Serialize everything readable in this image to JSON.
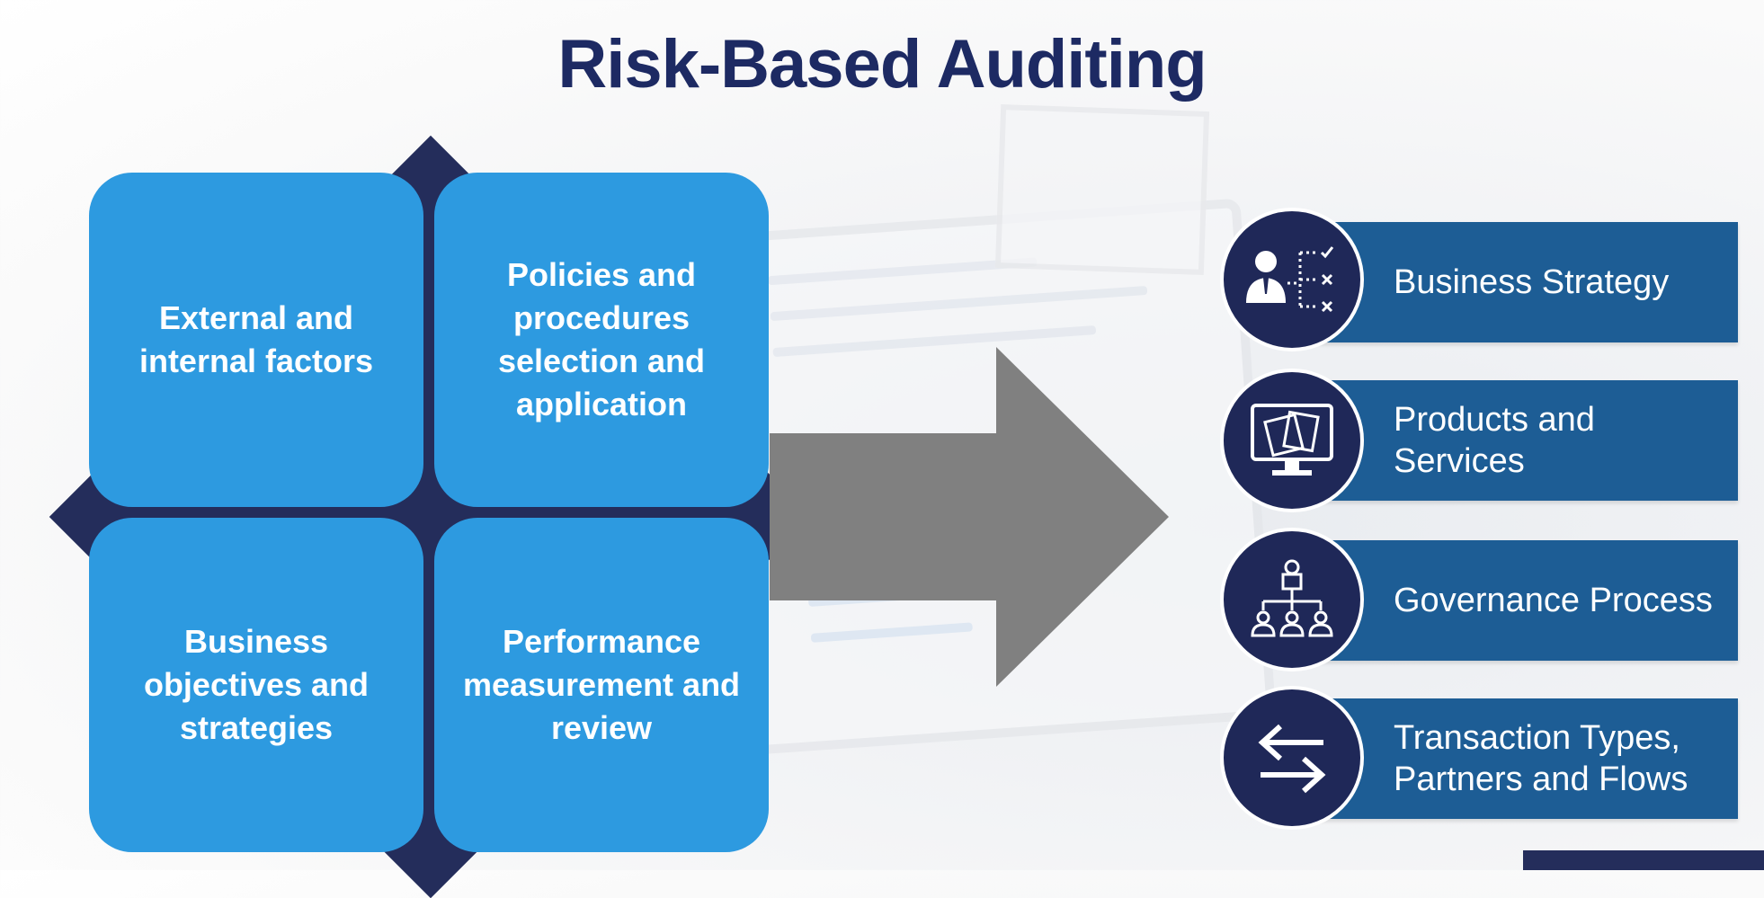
{
  "title": "Risk-Based Auditing",
  "quadrants": [
    {
      "label": "External and\ninternal factors"
    },
    {
      "label": "Policies and\nprocedures\nselection and\napplication"
    },
    {
      "label": "Business\nobjectives and\nstrategies"
    },
    {
      "label": "Performance\nmeasurement and\nreview"
    }
  ],
  "items": [
    {
      "label": "Business Strategy",
      "icon": "person-checklist-icon"
    },
    {
      "label": "Products and\nServices",
      "icon": "monitor-documents-icon"
    },
    {
      "label": "Governance Process",
      "icon": "org-chart-icon"
    },
    {
      "label": "Transaction Types,\nPartners and Flows",
      "icon": "exchange-arrows-icon"
    }
  ],
  "colors": {
    "title": "#1d2a63",
    "quadrant": "#2d9ae0",
    "diamond": "#242d5b",
    "arrow": "#808080",
    "bar": "#1d5d95",
    "circle": "#1f2858"
  }
}
